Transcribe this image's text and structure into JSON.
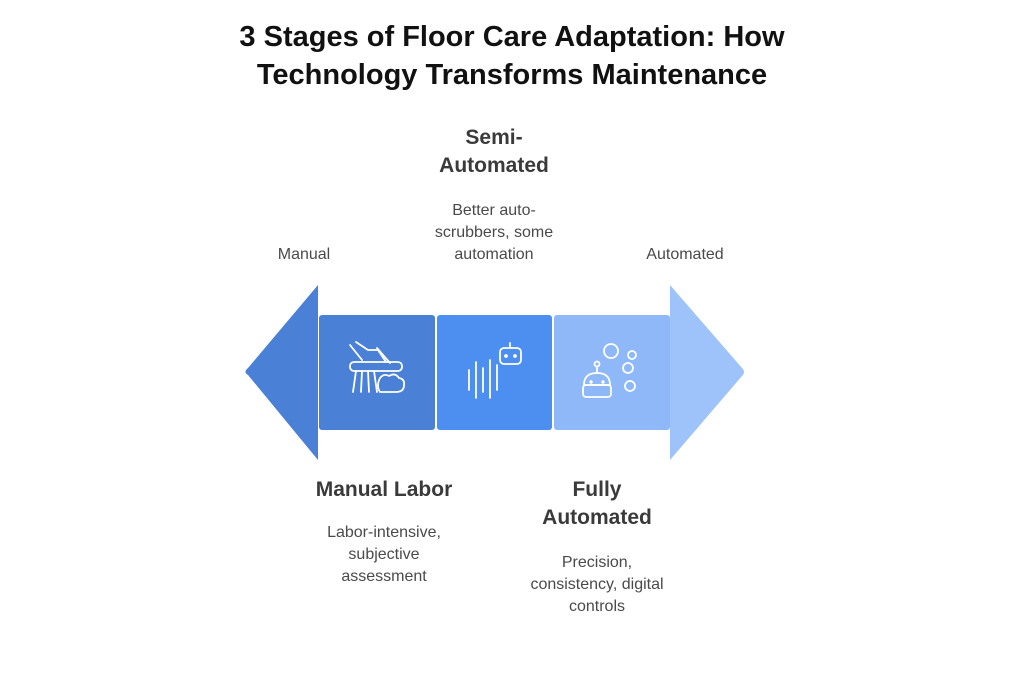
{
  "title": {
    "line1": "3 Stages of Floor Care Adaptation: How",
    "line2": "Technology Transforms Maintenance"
  },
  "ends": {
    "left": "Manual",
    "right": "Automated"
  },
  "stages": [
    {
      "heading": [
        "Manual Labor"
      ],
      "description": [
        "Labor-intensive,",
        "subjective",
        "assessment"
      ],
      "icon": "broom-cleaning-icon",
      "color": "#4a80d6"
    },
    {
      "heading": [
        "Semi-",
        "Automated"
      ],
      "description": [
        "Better auto-",
        "scrubbers, some",
        "automation"
      ],
      "icon": "robot-signal-icon",
      "color": "#4d8ff0"
    },
    {
      "heading": [
        "Fully",
        "Automated"
      ],
      "description": [
        "Precision,",
        "consistency, digital",
        "controls"
      ],
      "icon": "robot-bubbles-icon",
      "color": "#8fb8f8"
    }
  ],
  "colors": {
    "arrow_left": "#4a80d6",
    "arrow_right": "#9ec2fa",
    "icon_stroke": "#ffffff"
  }
}
